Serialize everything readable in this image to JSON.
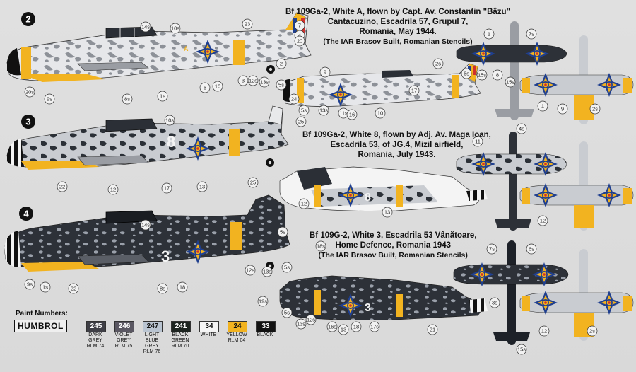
{
  "schemes": [
    {
      "number": "2",
      "lines": [
        "Bf 109Ga-2, White A, flown by Capt. Av. Constantin \"Bâzu\"",
        "Cantacuzino, Escadrila 57, Grupul 7,",
        "Romania, May 1944."
      ],
      "sub": "(The IAR Brasov Built, Romanian Stencils)",
      "code": "A"
    },
    {
      "number": "3",
      "lines": [
        "Bf 109Ga-2, White 8, flown by Adj. Av. Maga Ioan,",
        "Escadrila 53, of JG.4, Mizil airfield,",
        "Romania, July 1943."
      ],
      "sub": "",
      "code": "8"
    },
    {
      "number": "4",
      "lines": [
        "Bf 109G-2, White 3, Escadrila 53 Vânătoare,",
        "Home Defence, Romania 1943"
      ],
      "sub": "(The IAR Brasov Built, Romanian Stencils)",
      "code": "3"
    }
  ],
  "callouts": {
    "s2": [
      "14s",
      "10s",
      "23",
      "7",
      "4",
      "20",
      "2",
      "5s",
      "3",
      "12s",
      "13s",
      "6",
      "10",
      "20s",
      "9s",
      "1s",
      "8s",
      "9",
      "24",
      "5s",
      "13s",
      "11s",
      "16",
      "10",
      "17",
      "1",
      "7s",
      "6s",
      "15s",
      "8",
      "4s",
      "15s",
      "1",
      "9",
      "2s",
      "2s"
    ],
    "s3": [
      "10s",
      "25",
      "11",
      "22",
      "12",
      "17",
      "13",
      "25",
      "12",
      "13",
      "12"
    ],
    "s4": [
      "14s",
      "5s",
      "18s",
      "12s",
      "13s",
      "5s",
      "9s",
      "1s",
      "22",
      "8s",
      "18",
      "7s",
      "6s",
      "19s",
      "5s",
      "13s",
      "12s",
      "16s",
      "13",
      "18",
      "17s",
      "21",
      "3s",
      "15s",
      "12",
      "2s"
    ]
  },
  "palette": {
    "title": "Paint Numbers:",
    "brand": "HUMBROL",
    "colors": [
      {
        "num": "245",
        "hex": "#3f3f46",
        "text": "#ffffff",
        "label": [
          "DARK",
          "GREY",
          "RLM 74"
        ]
      },
      {
        "num": "246",
        "hex": "#5a5762",
        "text": "#ffffff",
        "label": [
          "VIOLET",
          "GREY",
          "RLM 75"
        ]
      },
      {
        "num": "247",
        "hex": "#b9c4d1",
        "text": "#111111",
        "label": [
          "LIGHT",
          "BLUE",
          "GREY",
          "RLM 76"
        ]
      },
      {
        "num": "241",
        "hex": "#1d2420",
        "text": "#ffffff",
        "label": [
          "BLACK",
          "GREEN",
          "RLM 70"
        ]
      },
      {
        "num": "34",
        "hex": "#f4f4f4",
        "text": "#111111",
        "label": [
          "WHITE"
        ]
      },
      {
        "num": "24",
        "hex": "#f2b320",
        "text": "#111111",
        "label": [
          "YELLOW",
          "RLM 04"
        ]
      },
      {
        "num": "33",
        "hex": "#121212",
        "text": "#ffffff",
        "label": [
          "BLACK"
        ]
      }
    ]
  },
  "colors": {
    "yellow": "#f2b320",
    "roundel_blue": "#1f3f8f",
    "roundel_red": "#d0312d",
    "dark": "#2f333a",
    "grey": "#b9bcc2",
    "light": "#e8e9eb"
  }
}
